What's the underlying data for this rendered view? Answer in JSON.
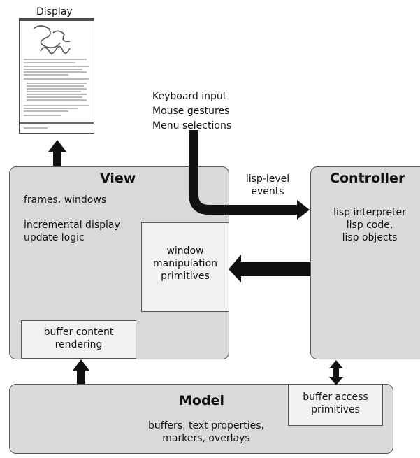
{
  "display": {
    "label": "Display"
  },
  "input": {
    "lines": [
      "Keyboard input",
      "Mouse gestures",
      "Menu selections"
    ]
  },
  "events_label": [
    "lisp-level",
    "events"
  ],
  "view": {
    "title": "View",
    "line1": "frames, windows",
    "line2a": "incremental display",
    "line2b": "update logic",
    "window_prims": [
      "window",
      "manipulation",
      "primitives"
    ],
    "buffer_render": [
      "buffer content",
      "rendering"
    ]
  },
  "controller": {
    "title": "Controller",
    "lines": [
      "lisp interpreter",
      "lisp code,",
      "lisp objects"
    ]
  },
  "model": {
    "title": "Model",
    "line1": "buffers, text properties,",
    "line2": "markers, overlays",
    "buffer_access": [
      "buffer access",
      "primitives"
    ]
  }
}
